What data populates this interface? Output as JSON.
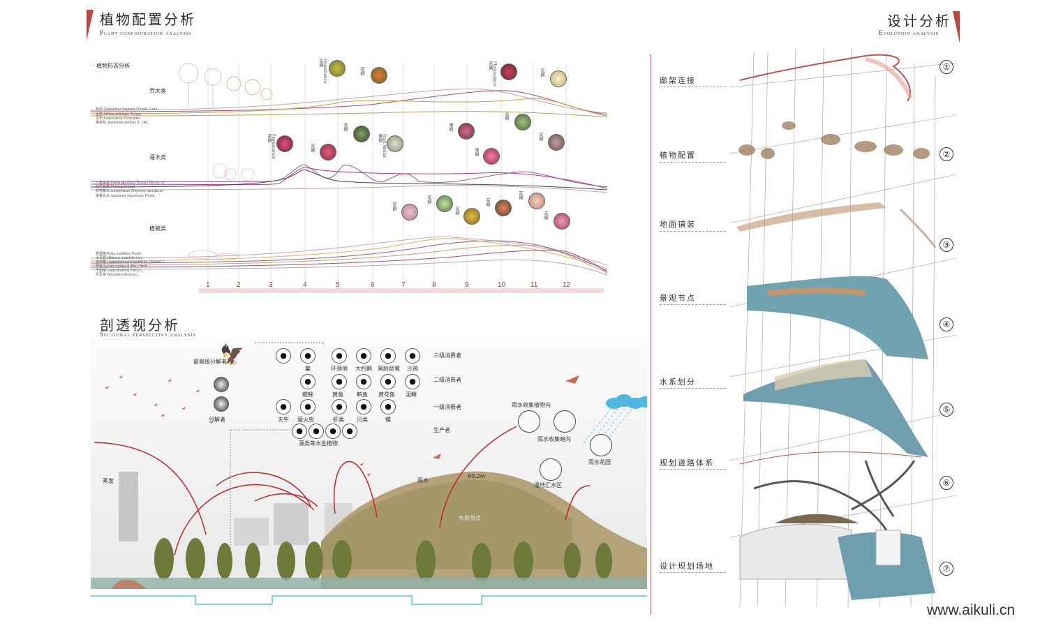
{
  "left_title": {
    "cn": "植物配置分析",
    "en": "Plant configuration analysis"
  },
  "right_title": {
    "cn": "设计分析",
    "en": "Evolution analysis"
  },
  "section_title": {
    "cn": "剖透视分析",
    "en": "Sectional perspective analysis"
  },
  "plant_chart": {
    "legend_title": "· 植物形态分析",
    "groups": [
      "乔木类",
      "灌木类",
      "植被类"
    ],
    "tree_species": [
      "桂花 Osmanthus fragrans (Thunb.) Lour.",
      "合欢 Albizia julibrissin Durazz.",
      "乌桕 Koelreuteria Paniculata",
      "茉莉花 Jasminum sambac (L.) Ait."
    ],
    "shrub_species": [
      "八角金盘 Fatsia japonica (Thunb.) Decne. et",
      "红叶石楠 Photinia Fraseri",
      "红花檵木 Loropetalum Chinense var.rubrum",
      "金森女贞 Ligustrum Japonicum Thunb"
    ],
    "ground_species": [
      "野蔷薇 Rosa multiflora Thunb",
      "木芙蓉 Hibiscus mutabilis Linn.",
      "金鸡菊 Leptanthemum morifolium ( Ramat. )",
      "石蒜 Lycoris radiata (L'Her.) Herb.",
      "千屈菜 Lagerstroemia indica L.",
      "月见草 Oenothera biennis L."
    ],
    "months": [
      "1",
      "2",
      "3",
      "4",
      "5",
      "6",
      "7",
      "8",
      "9",
      "10",
      "11",
      "12"
    ],
    "flower_tag": "花期",
    "flower_tag_en": "Florescence",
    "fruit_tag": "果期",
    "fruit_tag_en": "Fruit Period"
  },
  "eco": {
    "top_decomposer": "最高级分解者",
    "decomposer": "分解者",
    "levels": [
      "三级消费者",
      "二级消费者",
      "一级消费者",
      "生产者"
    ],
    "row1": [
      "鳖",
      "环颈鸻",
      "大杓鹬",
      "黑脸琵鹭",
      "沙鸽"
    ],
    "row2": [
      "蟾蜍",
      "黄鱼",
      "鲩鱼",
      "黄花鱼",
      "泥鳅"
    ],
    "row3": [
      "天牛",
      "萤火虫",
      "虾类",
      "贝类",
      "螺"
    ],
    "producer": "藻类等水生植物"
  },
  "water": {
    "ditch": "雨水收集植物沟",
    "pipe": "雨水收集暗沟",
    "garden": "雨水花园",
    "wetland": "湿地汇水区",
    "rain": "雨水",
    "evap": "蒸发",
    "height": "60.2m",
    "sign": "水系节点"
  },
  "layers": [
    {
      "label": "廊架连接",
      "num": "①"
    },
    {
      "label": "植物配置",
      "num": "②"
    },
    {
      "label": "地面铺装",
      "num": "③"
    },
    {
      "label": "景观节点",
      "num": "④"
    },
    {
      "label": "水系划分",
      "num": "⑤"
    },
    {
      "label": "规划道路体系",
      "num": "⑥"
    },
    {
      "label": "设计规划场地",
      "num": "⑦"
    }
  ],
  "watermark": "www.aikuli.cn",
  "colors": {
    "accent": "#c0504d",
    "water": "#6fa3b0",
    "line": "#a0365a"
  }
}
